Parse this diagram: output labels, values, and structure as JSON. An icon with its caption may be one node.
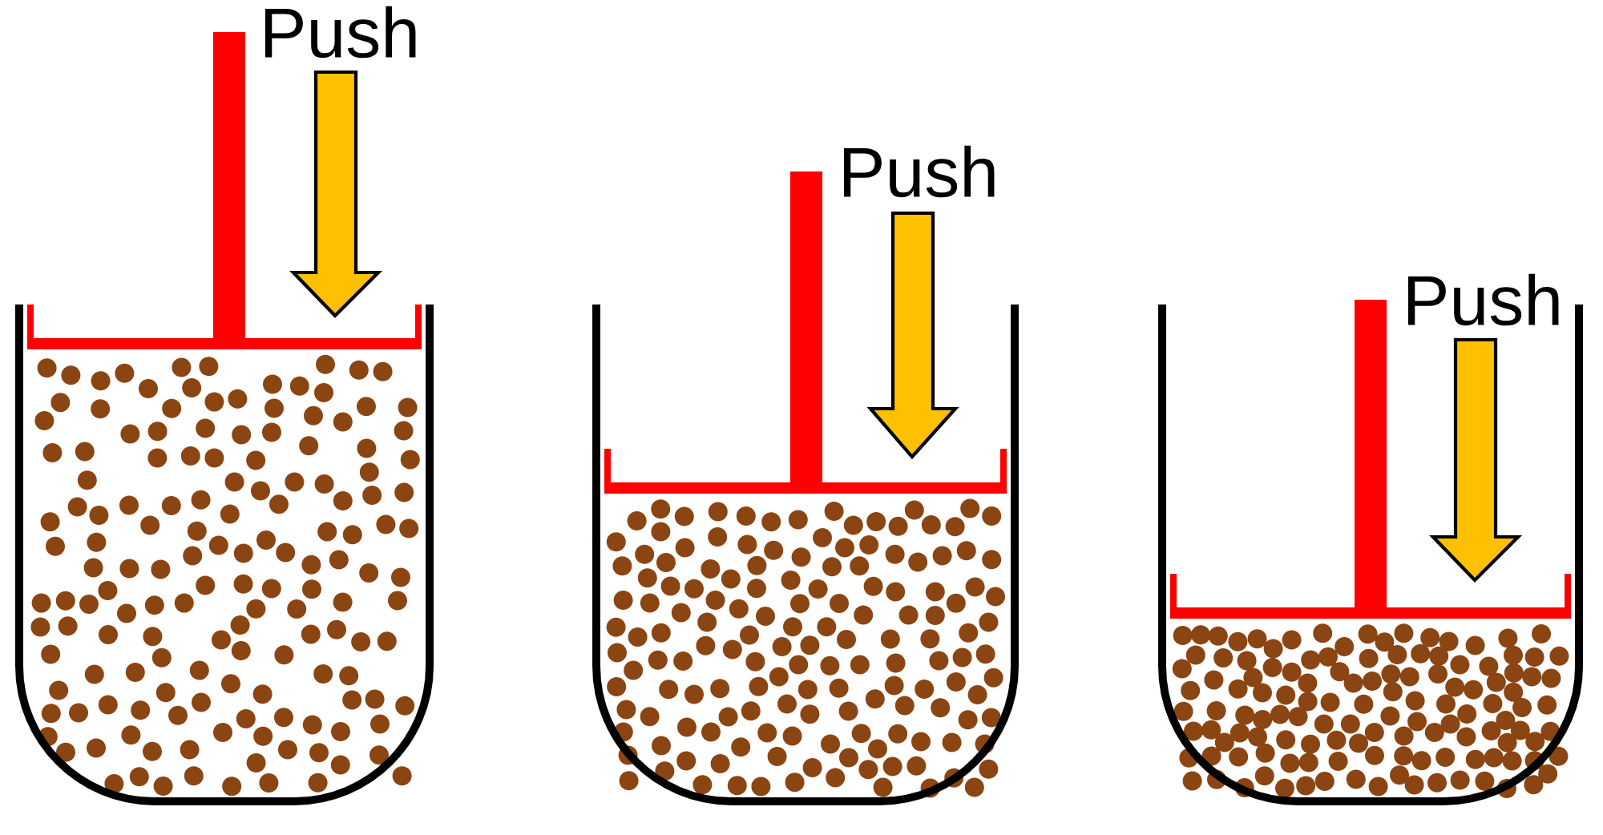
{
  "diagram": {
    "labels": [
      "Push",
      "Push",
      "Push"
    ]
  }
}
